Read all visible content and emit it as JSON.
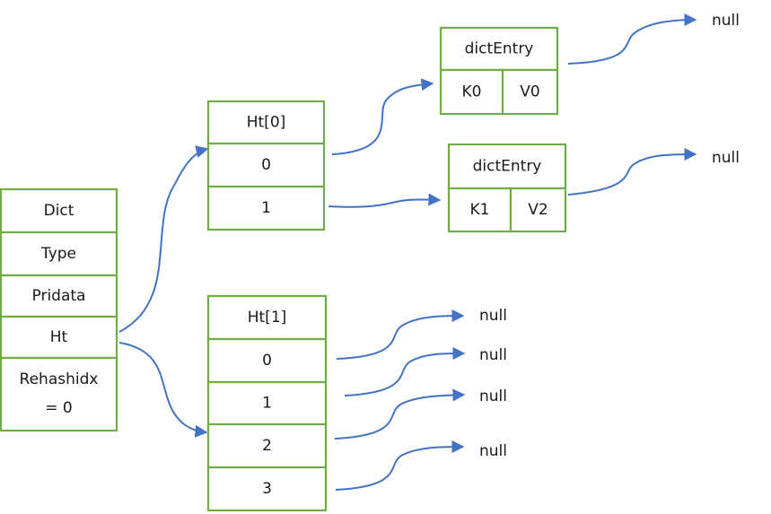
{
  "dict": {
    "fields": [
      "Dict",
      "Type",
      "Pridata",
      "Ht",
      "Rehashidx",
      "= 0"
    ]
  },
  "ht0": {
    "title": "Ht[0]",
    "slots": [
      "0",
      "1"
    ]
  },
  "ht1": {
    "title": "Ht[1]",
    "slots": [
      "0",
      "1",
      "2",
      "3"
    ]
  },
  "entry_a": {
    "title": "dictEntry",
    "key": "K0",
    "value": "V0"
  },
  "entry_b": {
    "title": "dictEntry",
    "key": "K1",
    "value": "V2"
  },
  "null_label": "null",
  "colors": {
    "box_stroke": "#70ad47",
    "arrow": "#4472c4",
    "text": "#1a1a1a"
  }
}
